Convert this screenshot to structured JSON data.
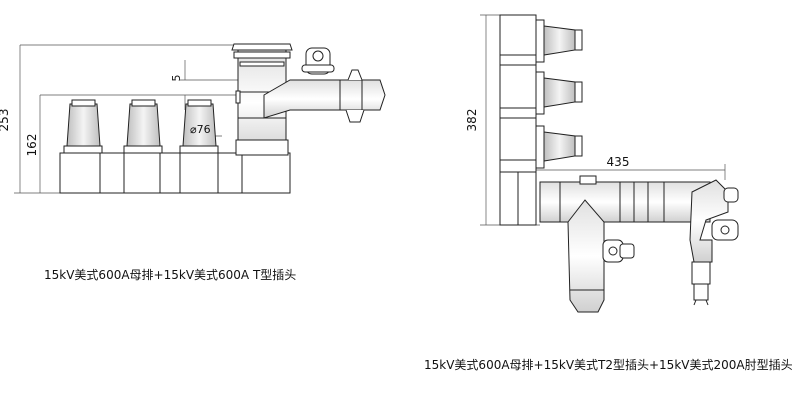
{
  "figures": [
    {
      "caption": "15kV美式600A母排+15kV美式600A T型插头",
      "dimensions": {
        "height_total": "253",
        "height_bus": "162",
        "offset": "5",
        "diameter": "⌀76"
      }
    },
    {
      "caption": "15kV美式600A母排+15kV美式T2型插头+15kV美式200A肘型插头",
      "dimensions": {
        "height_total": "382",
        "width_total": "435"
      }
    }
  ],
  "colors": {
    "line": "#222222",
    "dim_line": "#555555",
    "fill": "#ffffff",
    "cone_fill": "#d8d8d8"
  }
}
